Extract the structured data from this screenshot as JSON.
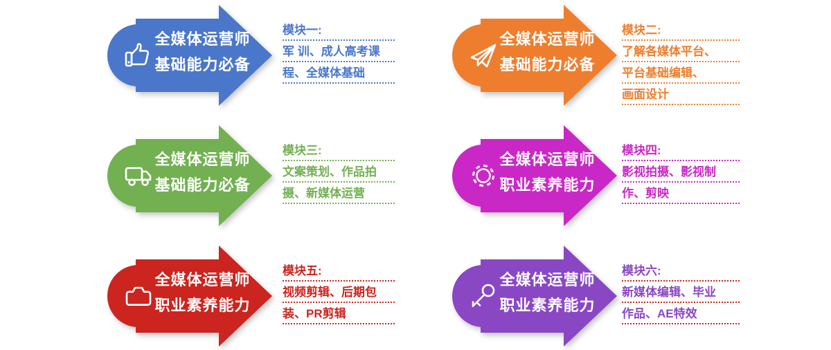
{
  "page": {
    "background": "#ffffff",
    "description": "Six right-pointing arrow banners in a 3x2 grid describing training modules for all-media operator certification"
  },
  "modules": [
    {
      "id": 1,
      "accent_color": "#4a77c9",
      "separator_color": "#4a77c9",
      "icon": "thumbs-up-icon",
      "title_line1": "全媒体运营师",
      "title_line2": "基础能力必备",
      "heading": "模块一:",
      "lines": [
        "军 训、成人高考课",
        "程、全媒体基础"
      ]
    },
    {
      "id": 2,
      "accent_color": "#ee7e2d",
      "separator_color": "#ee7e2d",
      "icon": "paper-plane-icon",
      "title_line1": "全媒体运营师",
      "title_line2": "基础能力必备",
      "heading": "模块二:",
      "lines": [
        "了解各媒体平台、",
        "平台基础编辑、",
        "画面设计"
      ]
    },
    {
      "id": 3,
      "accent_color": "#72b051",
      "separator_color": "#72b051",
      "icon": "truck-icon",
      "title_line1": "全媒体运营师",
      "title_line2": "基础能力必备",
      "heading": "模块三:",
      "lines": [
        "文案策划、作品拍",
        "摄、新媒体运营"
      ]
    },
    {
      "id": 4,
      "accent_color": "#ca28c6",
      "separator_color": "#ca28c6",
      "icon": "gear-icon",
      "title_line1": "全媒体运营师",
      "title_line2": "职业素养能力",
      "heading": "模块四:",
      "lines": [
        "影视拍摄、影视制",
        "作、剪映"
      ]
    },
    {
      "id": 5,
      "accent_color": "#cc241e",
      "separator_color": "#cc241e",
      "icon": "camera-icon",
      "title_line1": "全媒体运营师",
      "title_line2": "职业素养能力",
      "heading": "模块五:",
      "lines": [
        "视频剪辑、后期包",
        "装、PR剪辑"
      ]
    },
    {
      "id": 6,
      "accent_color": "#8a47c4",
      "separator_color": "#cc241e",
      "icon": "key-icon",
      "title_line1": "全媒体运营师",
      "title_line2": "职业素养能力",
      "heading": "模块六:",
      "lines": [
        "新媒体编辑、毕业",
        "作品、AE特效"
      ]
    }
  ]
}
